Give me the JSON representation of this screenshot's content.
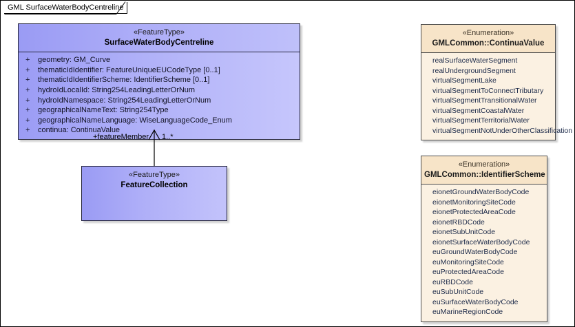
{
  "diagram": {
    "tab_label": "GML SurfaceWaterBodyCentreline"
  },
  "main_class": {
    "stereotype": "«FeatureType»",
    "name": "SurfaceWaterBodyCentreline",
    "attributes": [
      {
        "visibility": "+",
        "signature": "geometry: GM_Curve"
      },
      {
        "visibility": "+",
        "signature": "thematicIdIdentifier: FeatureUniqueEUCodeType [0..1]"
      },
      {
        "visibility": "+",
        "signature": "thematicIdIdentifierScheme: IdentifierScheme [0..1]"
      },
      {
        "visibility": "+",
        "signature": "hydroIdLocalId: String254LeadingLetterOrNum"
      },
      {
        "visibility": "+",
        "signature": "hydroIdNamespace: String254LeadingLetterOrNum"
      },
      {
        "visibility": "+",
        "signature": "geographicalNameText: String254Type"
      },
      {
        "visibility": "+",
        "signature": "geographicalNameLanguage: WiseLanguageCode_Enum"
      },
      {
        "visibility": "+",
        "signature": "continua: ContinuaValue"
      }
    ]
  },
  "feature_collection": {
    "stereotype": "«FeatureType»",
    "name": "FeatureCollection"
  },
  "association": {
    "role_label": "+featureMember",
    "multiplicity": "1..*"
  },
  "enumerations": [
    {
      "stereotype": "«Enumeration»",
      "name": "GMLCommon::ContinuaValue",
      "literals": [
        "realSurfaceWaterSegment",
        "realUndergroundSegment",
        "virtualSegmentLake",
        "virtualSegmentToConnectTributary",
        "virtualSegmentTransitionalWater",
        "virtualSegmentCoastalWater",
        "virtualSegmentTerritorialWater",
        "virtualSegmentNotUnderOtherClassification"
      ]
    },
    {
      "stereotype": "«Enumeration»",
      "name": "GMLCommon::IdentifierScheme",
      "literals": [
        "eionetGroundWaterBodyCode",
        "eionetMonitoringSiteCode",
        "eionetProtectedAreaCode",
        "eionetRBDCode",
        "eionetSubUnitCode",
        "eionetSurfaceWaterBodyCode",
        "euGroundWaterBodyCode",
        "euMonitoringSiteCode",
        "euProtectedAreaCode",
        "euRBDCode",
        "euSubUnitCode",
        "euSurfaceWaterBodyCode",
        "euMarineRegionCode"
      ]
    }
  ],
  "colors": {
    "feature_type_fill": "#aeaef8",
    "enumeration_head_fill": "#f7e4c8",
    "enumeration_body_fill": "#fbf1e2",
    "border": "#24243a",
    "literal_text": "#1d2b4a"
  }
}
